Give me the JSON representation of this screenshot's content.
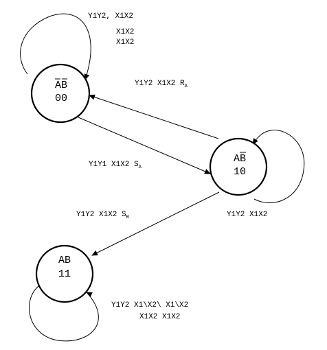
{
  "states": [
    {
      "id": "s00",
      "top_base": "AB",
      "top_overbars": [
        true,
        true
      ],
      "code": "00"
    },
    {
      "id": "s10",
      "top_base": "AB",
      "top_overbars": [
        false,
        true
      ],
      "code": "10"
    },
    {
      "id": "s11",
      "top_base": "AB",
      "top_overbars": [
        false,
        false
      ],
      "code": "11"
    }
  ],
  "labels": {
    "loop00_line1": "Y1Y2, X1X2",
    "loop00_line2": "X1X2",
    "loop00_line3": "X1X2",
    "t10_00": "Y1Y2 X1X2 R",
    "t10_00_sub": "A",
    "t00_10": "Y1Y1 X1X2 S",
    "t00_10_sub": "A",
    "loop10": "Y1Y2 X1X2",
    "t10_11": "Y1Y2 X1X2 S",
    "t10_11_sub": "B",
    "loop11_line1": "Y1Y2 X1\\X2\\ X1\\X2",
    "loop11_line2": "X1X2 X1X2"
  }
}
